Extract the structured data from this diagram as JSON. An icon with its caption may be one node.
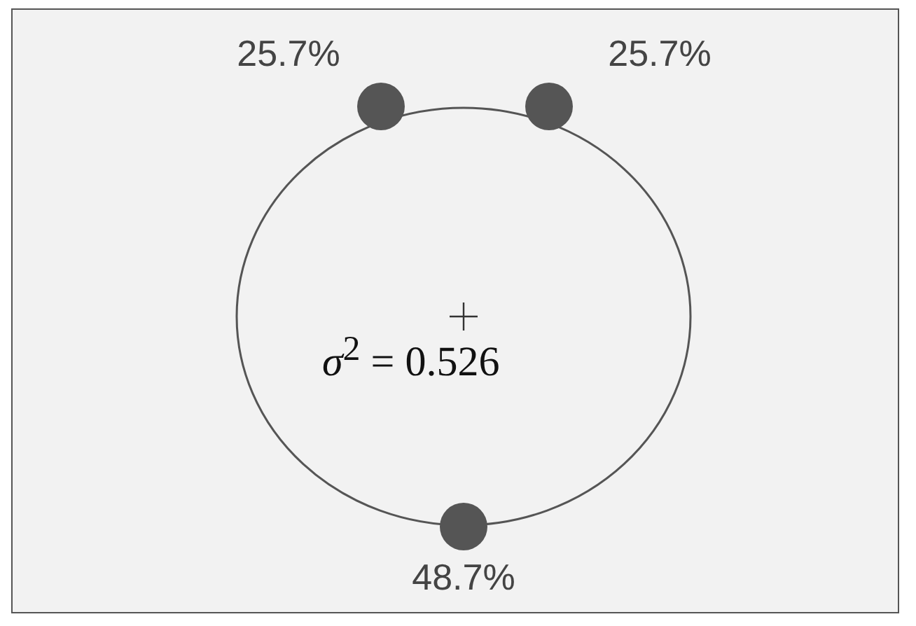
{
  "diagram": {
    "nodes": [
      {
        "text": [
          "*σ*$^{2}$ = 0.526"
        ]
      },
      {
        "text": [],
        "shape": "circle",
        "beside": [
          "25.7%"
        ]
      },
      {
        "text": [],
        "shape": "circle",
        "beside": [
          "25.7%"
        ]
      },
      {
        "text": [],
        "shape": "circle",
        "beside": [
          "48.7%"
        ]
      }
    ]
  }
}
